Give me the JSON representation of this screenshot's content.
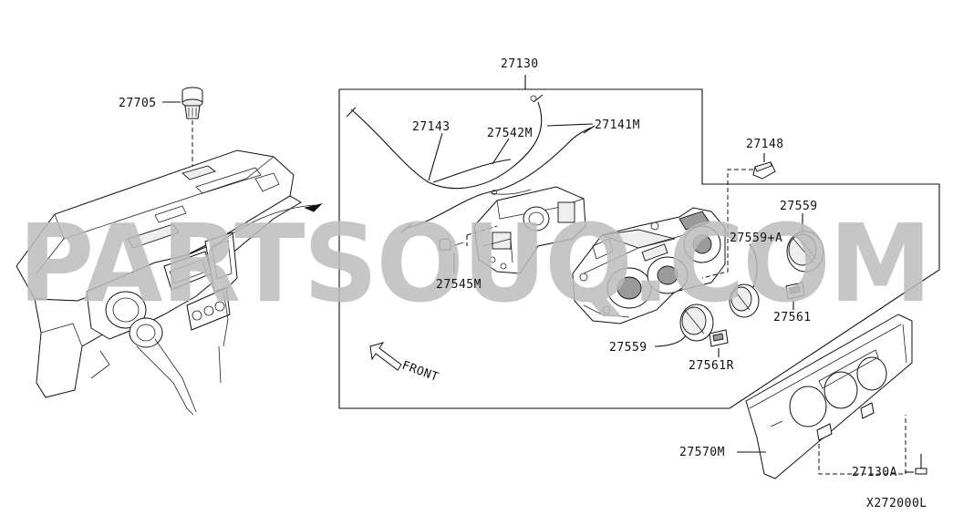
{
  "watermark": "PARTSOUQ.COM",
  "drawing_code": "X272000L",
  "direction_label": "FRONT",
  "labels": {
    "p27705": "27705",
    "p27130": "27130",
    "p27143": "27143",
    "p27542M": "27542M",
    "p27141M": "27141M",
    "p27148": "27148",
    "p27559_top": "27559",
    "p27559A": "27559+A",
    "p27545M": "27545M",
    "p27561": "27561",
    "p27559_mid": "27559",
    "p27561R": "27561R",
    "p27570M": "27570M",
    "p27130A": "27130A"
  }
}
